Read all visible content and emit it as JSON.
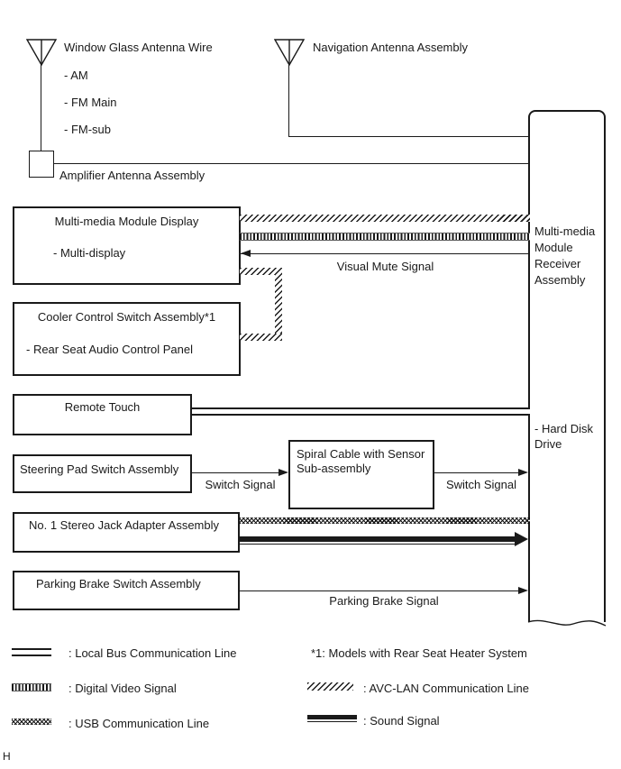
{
  "antenna_section": {
    "window_glass": {
      "label": "Window Glass Antenna Wire",
      "items": [
        "- AM",
        "- FM Main",
        "- FM-sub"
      ]
    },
    "navigation_label": "Navigation Antenna Assembly",
    "amplifier_label": "Amplifier Antenna Assembly"
  },
  "components": {
    "display": {
      "title": "Multi-media Module Display",
      "sub": "- Multi-display"
    },
    "cooler": {
      "title": "Cooler Control Switch Assembly*1",
      "sub": "- Rear Seat Audio Control Panel"
    },
    "remote_touch": {
      "title": "Remote Touch"
    },
    "steering": {
      "title": "Steering Pad Switch Assembly"
    },
    "stereo_jack": {
      "title": "No. 1 Stereo Jack Adapter Assembly"
    },
    "parking_brake": {
      "title": "Parking Brake Switch Assembly"
    },
    "spiral": {
      "line1": "Spiral Cable with Sensor",
      "line2": "Sub-assembly"
    },
    "receiver": {
      "title": "Multi-media Module Receiver Assembly",
      "sub": "- Hard Disk Drive"
    }
  },
  "signal_labels": {
    "visual_mute": "Visual Mute Signal",
    "switch_left": "Switch Signal",
    "switch_right": "Switch Signal",
    "parking_brake": "Parking Brake Signal"
  },
  "legend": {
    "local_bus": ": Local Bus Communication Line",
    "digital_video": ": Digital Video Signal",
    "usb": ": USB Communication Line",
    "footnote": "*1: Models with Rear Seat Heater System",
    "avc_lan": ": AVC-LAN Communication Line",
    "sound": ": Sound Signal"
  },
  "footer": "H",
  "colors": {
    "line": "#1a1a1a",
    "background": "#ffffff"
  }
}
